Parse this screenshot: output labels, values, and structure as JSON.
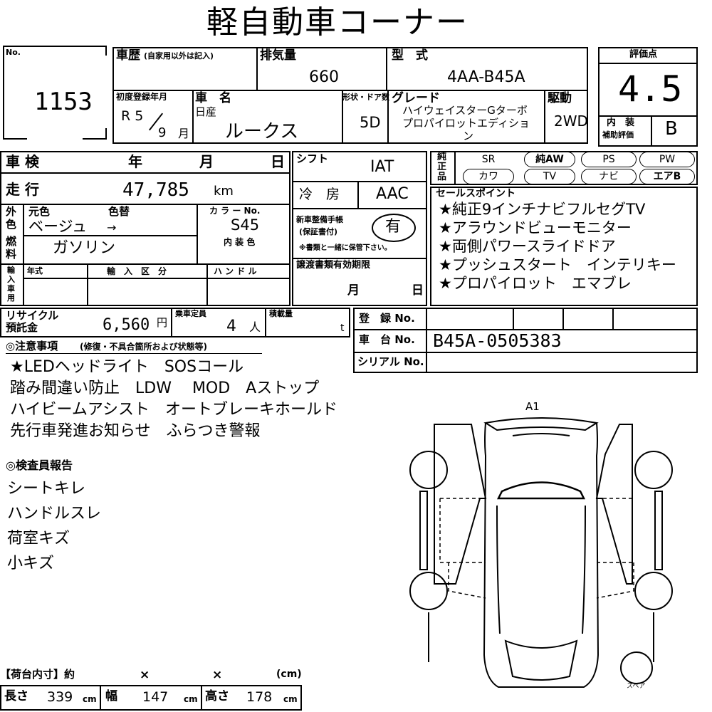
{
  "title": "軽自動車コーナー",
  "lot": {
    "label": "No.",
    "number": "1153"
  },
  "history": {
    "label": "車歴",
    "note": "(自家用以外は記入)"
  },
  "displacement": {
    "label": "排気量",
    "value": "660"
  },
  "model": {
    "label": "型　式",
    "value": "4AA-B45A"
  },
  "score": {
    "label": "評価点",
    "value": "4.5",
    "interior_label_1": "内　装",
    "interior_label_2": "補助評価",
    "interior_value": "B"
  },
  "first_reg": {
    "label": "初度登録年月",
    "era": "R 5",
    "month": "9",
    "month_unit": "月"
  },
  "car_name": {
    "label": "車　名",
    "maker": "日産",
    "name": "ルークス"
  },
  "doors": {
    "label": "形状・ドア数",
    "value": "5D"
  },
  "grade": {
    "label": "グレード",
    "line1": "ハイウェイスターGターボ",
    "line2": "プロパイロットエディショ",
    "line3": "ン"
  },
  "drive": {
    "label": "駆動",
    "value": "2WD"
  },
  "inspection": {
    "label": "車 検",
    "year": "年",
    "month": "月",
    "day": "日"
  },
  "shift": {
    "label": "シフト",
    "value": "IAT"
  },
  "equipment": {
    "label_1": "純",
    "label_2": "正",
    "label_3": "品",
    "row1": [
      "SR",
      "純AW",
      "PS",
      "PW"
    ],
    "row2": [
      "カワ",
      "TV",
      "ナビ",
      "エアB"
    ]
  },
  "mileage": {
    "label": "走 行",
    "value": "47,785",
    "unit": "km"
  },
  "ac": {
    "label": "冷　房",
    "value": "AAC"
  },
  "color": {
    "label_1": "外",
    "label_2": "色",
    "orig_label": "元色",
    "change_label": "色替",
    "value": "ベージュ",
    "arrow": "→",
    "code_label": "カ ラ ー No.",
    "code": "S45",
    "interior_label": "内 装 色"
  },
  "fuel": {
    "label_1": "燃",
    "label_2": "料",
    "value": "ガソリン"
  },
  "warranty": {
    "label_1": "新車整備手帳",
    "label_2": "(保証書付)",
    "value": "有",
    "note": "※書類と一緒に保管下さい。"
  },
  "sales": {
    "label": "セールスポイント",
    "items": [
      "★純正9インチナビフルセグTV",
      "★アラウンドビューモニター",
      "★両側パワースライドドア",
      "★プッシュスタート　インテリキー",
      "★プロパイロット　エマブレ"
    ]
  },
  "import": {
    "label_1": "輸",
    "label_2": "入",
    "label_3": "車",
    "label_4": "用",
    "year_label": "年式",
    "class_label": "輸　入　区　分",
    "handle_label": "ハ ン ド ル"
  },
  "transfer": {
    "label": "譲渡書類有効期限",
    "month": "月",
    "day": "日"
  },
  "recycle": {
    "label_1": "リサイクル",
    "label_2": "預託金",
    "value": "6,560",
    "unit": "円"
  },
  "capacity": {
    "label": "乗車定員",
    "value": "4",
    "unit": "人"
  },
  "load": {
    "label": "積載量",
    "unit": "t"
  },
  "registration": {
    "label": "登　録 No."
  },
  "chassis": {
    "label": "車　台 No.",
    "value": "B45A-0505383"
  },
  "serial": {
    "label": "シリアル No."
  },
  "notes": {
    "label": "◎注意事項",
    "sub": "(修復・不具合箇所および状態等)",
    "lines": [
      "★LEDヘッドライト　SOSコール",
      "踏み間違い防止　LDW　 MOD　Aストップ",
      "ハイビームアシスト　オートブレーキホールド",
      "先行車発進お知らせ　ふらつき警報"
    ]
  },
  "inspector": {
    "label": "◎検査員報告",
    "lines": [
      "シートキレ",
      "ハンドルスレ",
      "荷室キズ",
      "小キズ"
    ]
  },
  "diagram": {
    "damage_code": "A1",
    "spare_label": "スペア"
  },
  "cargo": {
    "label": "【荷台内寸】約",
    "x1": "×",
    "x2": "×",
    "unit_label": "(cm)",
    "length_label": "長さ",
    "length": "339",
    "width_label": "幅",
    "width": "147",
    "height_label": "高さ",
    "height": "178",
    "unit": "cm"
  }
}
